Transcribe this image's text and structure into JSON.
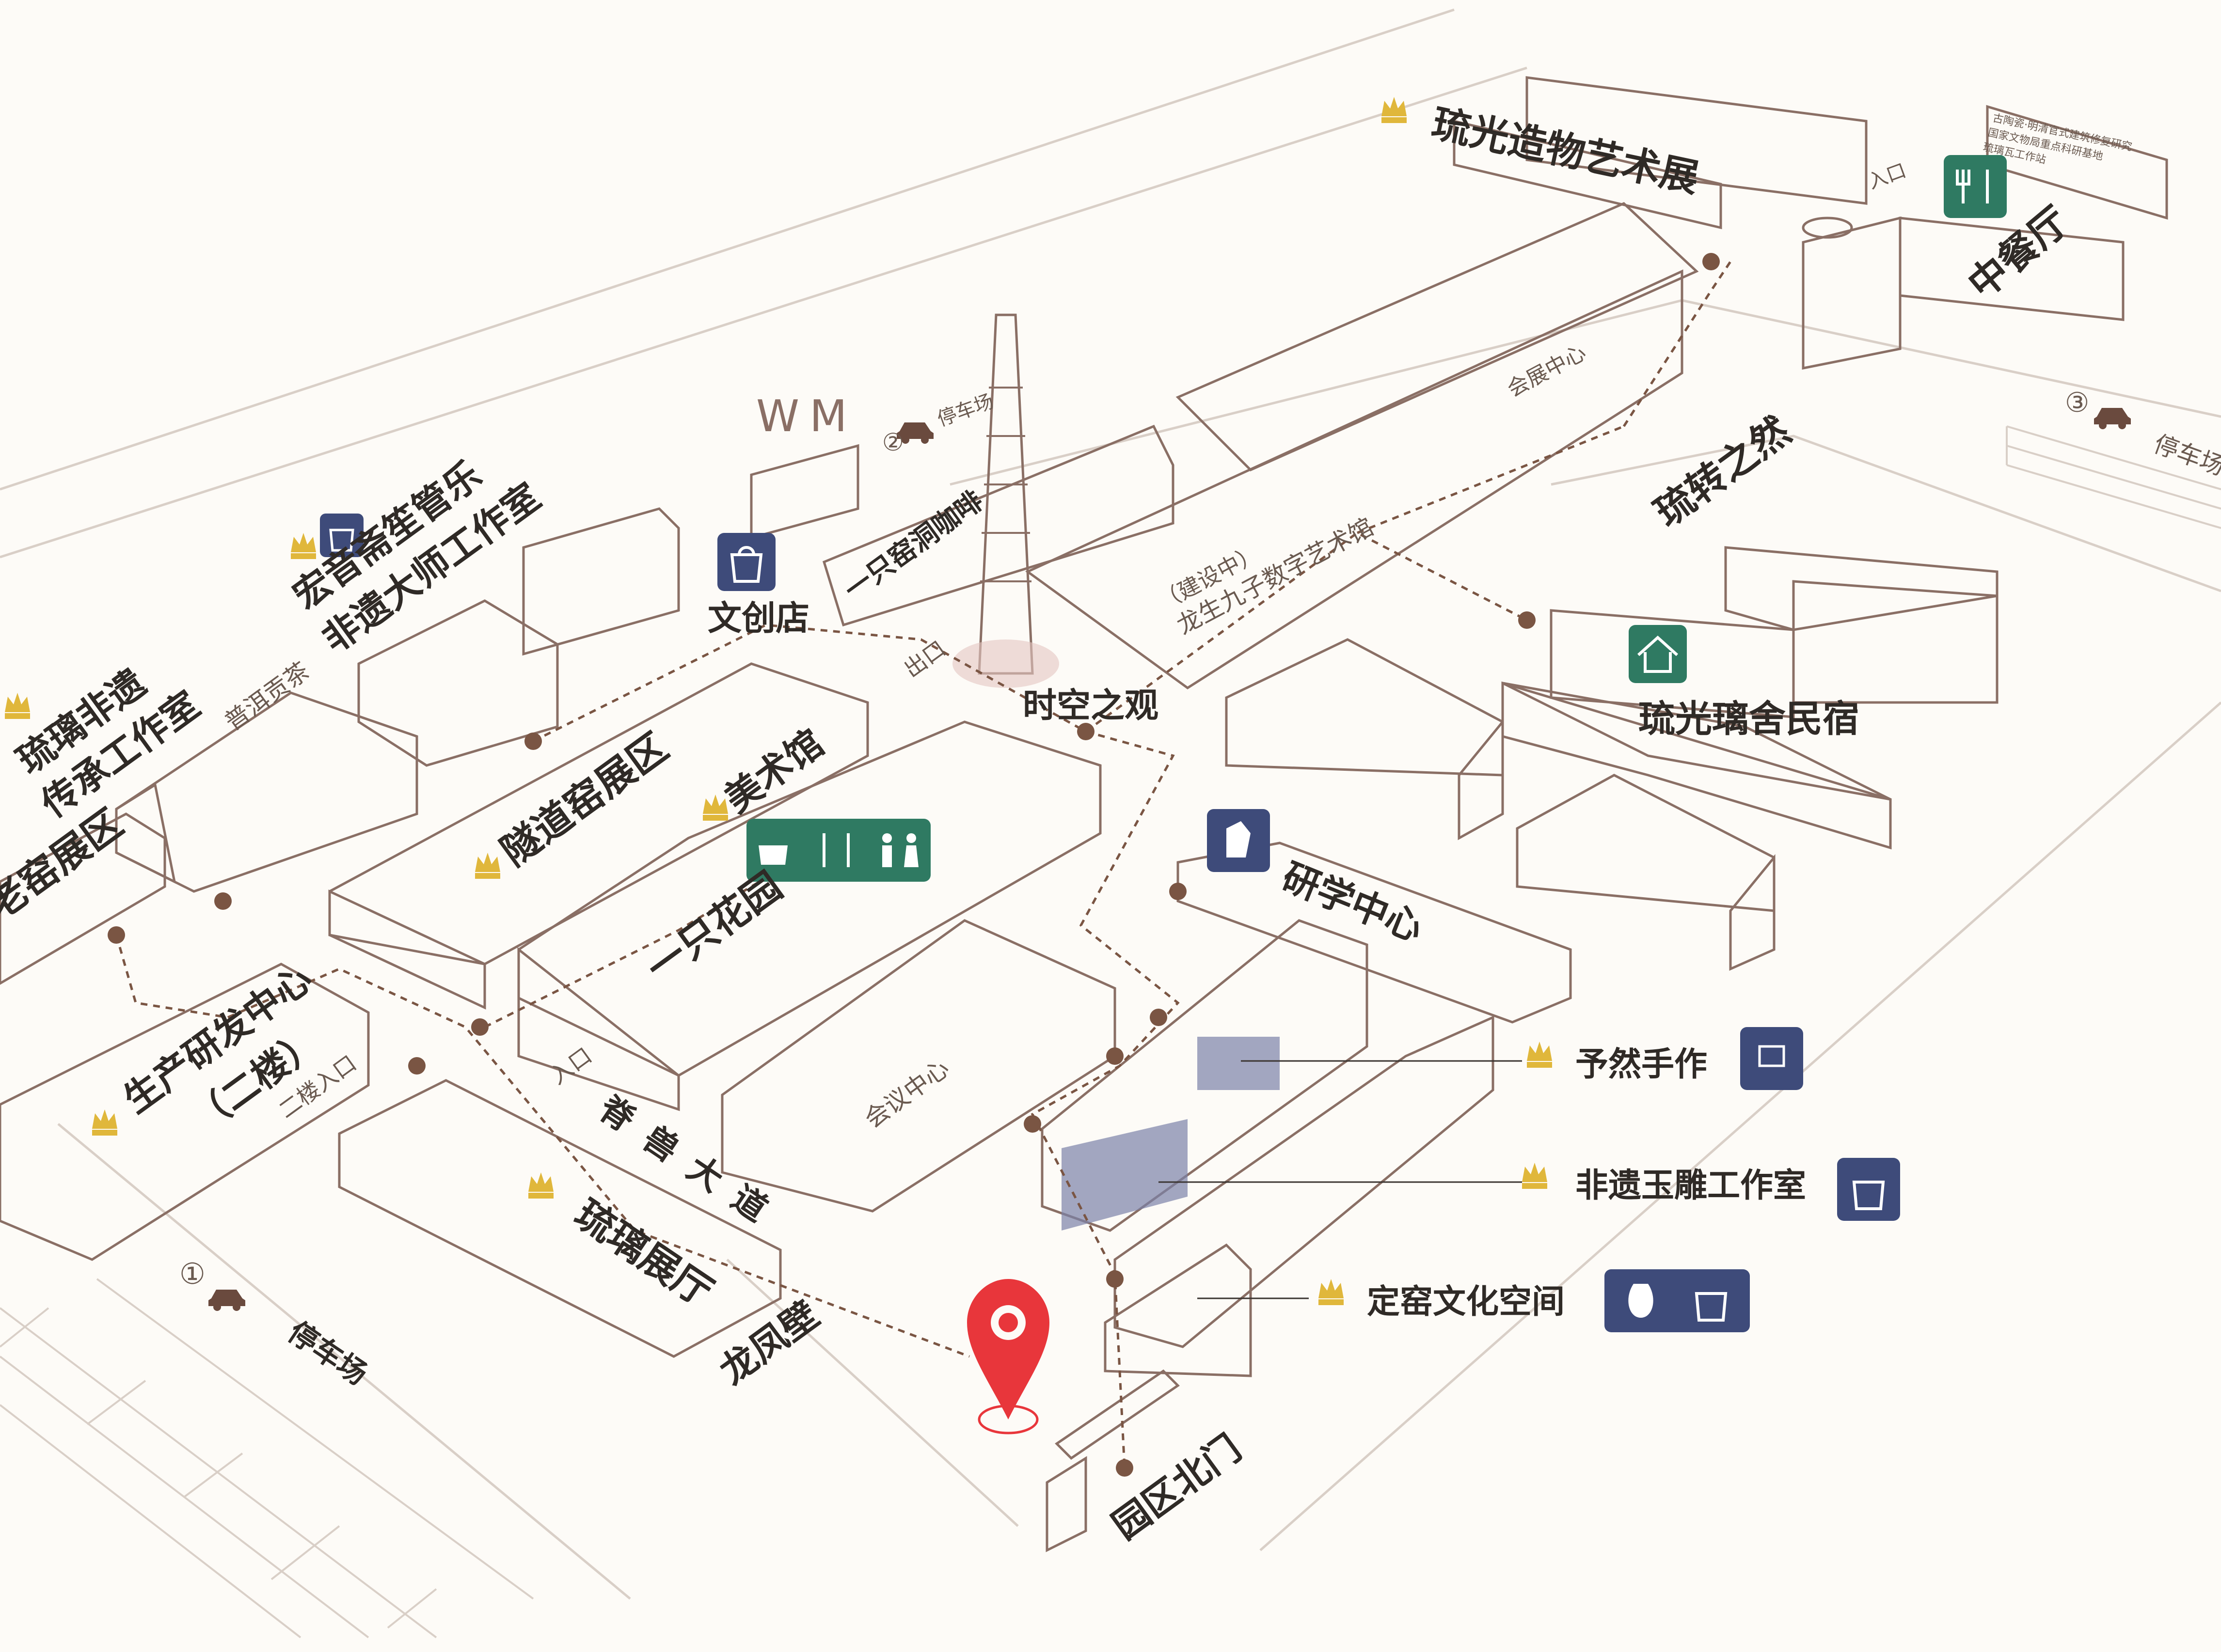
{
  "colors": {
    "background": "#fdfbf7",
    "road_line": "#d9cfc7",
    "building_outline": "#8a6f65",
    "pink_building": "#eed9d6",
    "red_building": "#c99a93",
    "lavender_building": "#dde0ec",
    "slate_building": "#7a82a8",
    "cream_building": "#f5e6c6",
    "blue_building": "#cfe3ec",
    "label_text": "#2f2a26",
    "crown_icon": "#e0b73b",
    "path_dot": "#7a5543",
    "location_pin": "#e8363b",
    "icon_navy": "#3e4b7a",
    "icon_green": "#2f7a62"
  },
  "labels": {
    "liuguang_zaowu": "琉光造物艺术展",
    "zhong_canting": "中餐厅",
    "tingcheshang": "停车场",
    "huizhan_zhongxin": "会展中心",
    "longsheng": "龙生九子数字艺术馆",
    "jianshezhong": "（建设中）",
    "liuzhuan_zhiran": "琉转之然",
    "liuguang_lishe": "琉光璃舍民宿",
    "shikong_zhiguan": "时空之观",
    "yizhi_yaodong": "一只窑洞咖啡",
    "wenchuangdian": "文创店",
    "hongyinzhai": "宏音斋笙管乐",
    "feiyi_dashi": "非遗大师工作室",
    "liuli_feiyi_1": "琉璃非遗",
    "liuli_feiyi_2": "传承工作室",
    "puer_gongcha": "普洱贡茶",
    "suidao_yao": "隧道窑展区",
    "meishuguan": "美术馆",
    "yizhi_huayuan": "一只花园",
    "yanxue_zhongxin": "研学中心",
    "yuran_shouzuo": "予然手作",
    "feiyi_yudiao": "非遗玉雕工作室",
    "dingyao_wenhua": "定窑文化空间",
    "laoyao_zhanqu": "老窑展区",
    "shengchan_1": "生产研发中心",
    "shengchan_2": "（二楼）",
    "erlou_rukou": "二楼入口",
    "rukou": "入口",
    "chukou": "出口",
    "jishou_dadao": "脊兽大道",
    "huiyi_zhongxin": "会议中心",
    "liuli_zhanting": "琉璃展厅",
    "longfengbi": "龙凤壁",
    "yuanqu_beimen": "园区北门",
    "parking_1_num": "①",
    "parking_2_num": "②",
    "parking_3_num": "③",
    "sign_text_1": "古陶瓷·明清官式建筑修复研究",
    "sign_text_2": "国家文物局重点科研基地",
    "sign_text_3": "琉璃瓦工作站",
    "rukou_2": "入口"
  },
  "icons": {
    "crown": "crown-icon",
    "shop": "shopping-bag-icon",
    "home": "home-icon",
    "dining": "fork-knife-icon",
    "restroom": "restroom-icon",
    "coffee": "coffee-icon",
    "craft": "hands-gift-icon",
    "study": "horse-hands-icon",
    "vase": "vase-hands-icon",
    "car": "car-icon",
    "pin": "location-pin-icon"
  }
}
